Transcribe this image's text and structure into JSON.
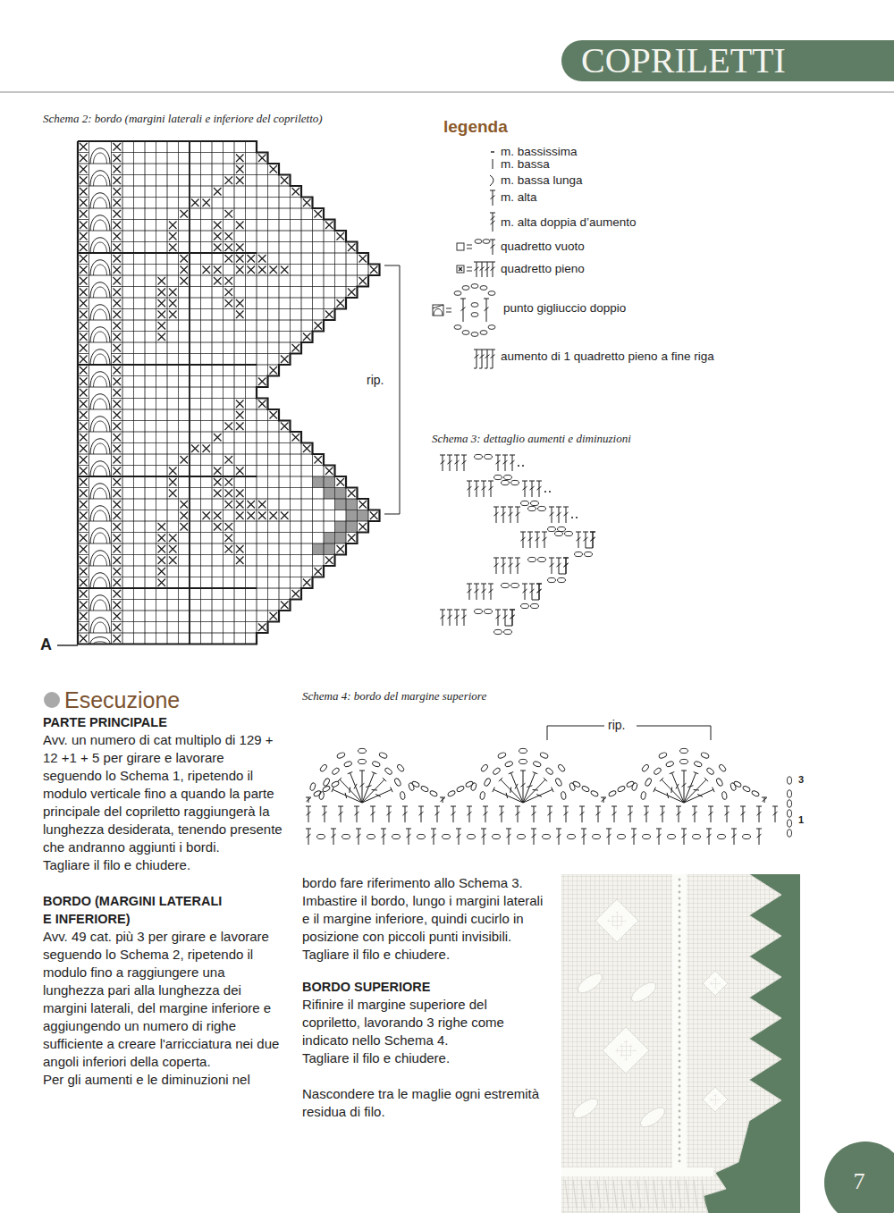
{
  "diagram": {
    "nodes": [
      {
        "text": [
          "COPRILETTI"
        ]
      },
      {
        "text": [
          "7"
        ]
      }
    ],
    "labels": [
      "Schema 2: bordo (margini laterali e inferiore del copriletto)",
      "legenda",
      "rip.",
      "A",
      "Schema 3: dettaglio aumenti e diminuzioni",
      "Esecuzione",
      "PARTE PRINCIPALE",
      "Avv. un numero di cat multiplo di 129 + 12 +1 + 5 per girare e lavorare seguendo lo Schema 1, ripetendo il modulo verticale fino a quando la parte principale del copriletto raggiungerà la lunghezza desiderata, tenendo presente che andranno aggiunti i bordi.",
      "Tagliare il filo e chiudere.",
      "BORDO (MARGINI LATERALI E INFERIORE)",
      "Avv. 49 cat. più 3 per girare e lavorare seguendo lo Schema 2, ripetendo il modulo fino a raggiungere una lunghezza pari alla lunghezza dei margini laterali, del margine inferiore e aggiungendo un numero di righe sufficiente a creare l'arricciatura nei due angoli inferiori della coperta.",
      "Per gli aumenti e le diminuzioni nel",
      "Schema 4: bordo del margine superiore",
      "rip.",
      "3",
      "1",
      "bordo fare riferimento allo Schema 3. Imbastire il bordo, lungo i margini laterali e il margine inferiore, quindi cucirlo in posizione con piccoli punti invisibili. Tagliare il filo e chiudere.",
      "BORDO SUPERIORE",
      "Rifinire il margine superiore del copriletto, lavorando 3 righe come indicato nello Schema 4.",
      "Tagliare il filo e chiudere.",
      "Nascondere tra le maglie ogni estremità residua di filo."
    ],
    "legend": [
      {
        "text": "m. bassissima"
      },
      {
        "text": "m. bassa"
      },
      {
        "text": "m. bassa lunga"
      },
      {
        "text": "m. alta"
      },
      {
        "text": "m. alta doppia d’aumento"
      },
      {
        "text": "quadretto vuoto"
      },
      {
        "text": "quadretto pieno"
      },
      {
        "text": "punto gigliuccio doppio"
      },
      {
        "text": "aumento di 1 quadretto pieno a fine riga"
      }
    ]
  }
}
